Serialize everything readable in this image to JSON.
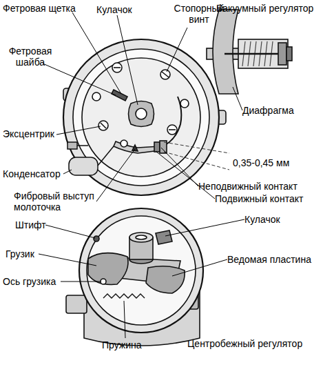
{
  "diagram": {
    "labels": [
      "Фетровая щетка",
      "Кулачок",
      "Стопорный винт",
      "Вакуумный регулятор",
      "Фетровая шайба",
      "Диафрагма",
      "Эксцентрик",
      "0,35-0,45 мм",
      "Конденсатор",
      "Неподвижный контакт",
      "Фибровый выступ молоточка",
      "Подвижный контакт",
      "Штифт",
      "Кулачок",
      "Грузик",
      "Ведомая пластина",
      "Ось грузика",
      "Пружина",
      "Центробежный регулятор"
    ]
  }
}
